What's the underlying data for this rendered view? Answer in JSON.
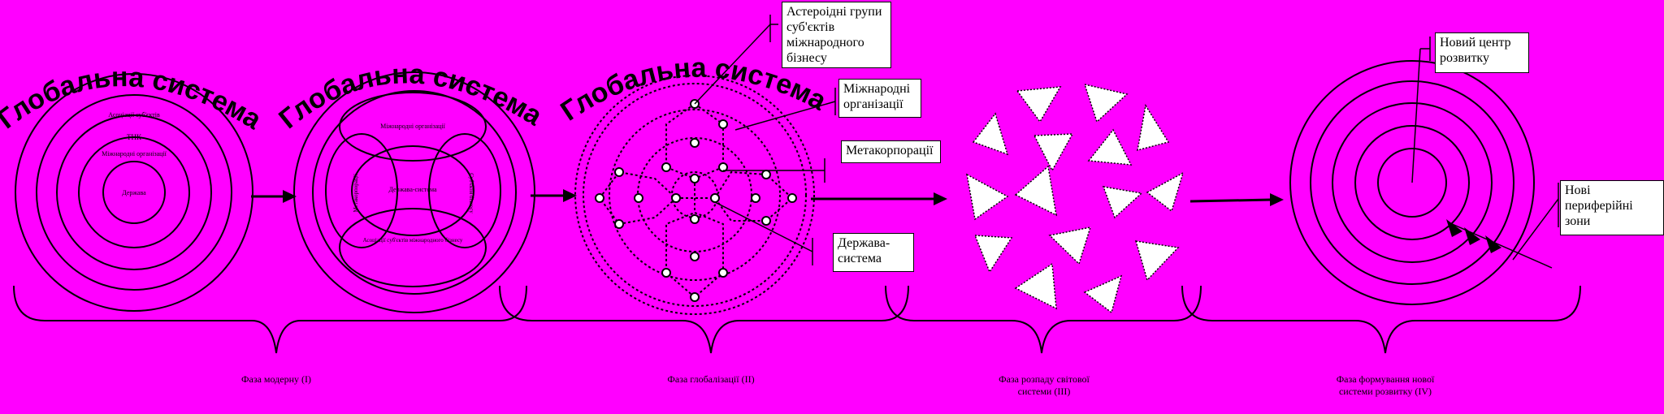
{
  "global_system_label": "Глобальна система",
  "diagram1": {
    "rings": [
      "Асоціації суб'єктів",
      "ТНК",
      "Міжнародні організації",
      "Держава"
    ]
  },
  "diagram2": {
    "labels": [
      "Міжнародні організації",
      "Держава-система",
      "Асоціації суб'єктів міжнародного бізнесу",
      "Метакорпорації",
      "Суб'єкти бізнесу"
    ]
  },
  "callouts": {
    "asteroid_groups": [
      "Астероідні групи",
      "суб'єктів",
      "міжнародного",
      "бізнесу"
    ],
    "intl_orgs": [
      "Міжнародні",
      "організації"
    ],
    "metacorps": [
      "Метакорпорації"
    ],
    "state_system": [
      "Держава-",
      "система"
    ],
    "new_center": [
      "Новий центр",
      "розвитку"
    ],
    "new_periphery": [
      "Нові",
      "периферійні",
      "зони"
    ]
  },
  "phases": [
    [
      "Фаза модерну (I)"
    ],
    [
      "Фаза глобалізації (II)"
    ],
    [
      "Фаза розпаду світової",
      "системи (III)"
    ],
    [
      "Фаза формування нової",
      "системи розвитку (IV)"
    ]
  ],
  "colors": {
    "background": "#ff00ff",
    "line": "#000000",
    "fill": "#ffffff"
  }
}
